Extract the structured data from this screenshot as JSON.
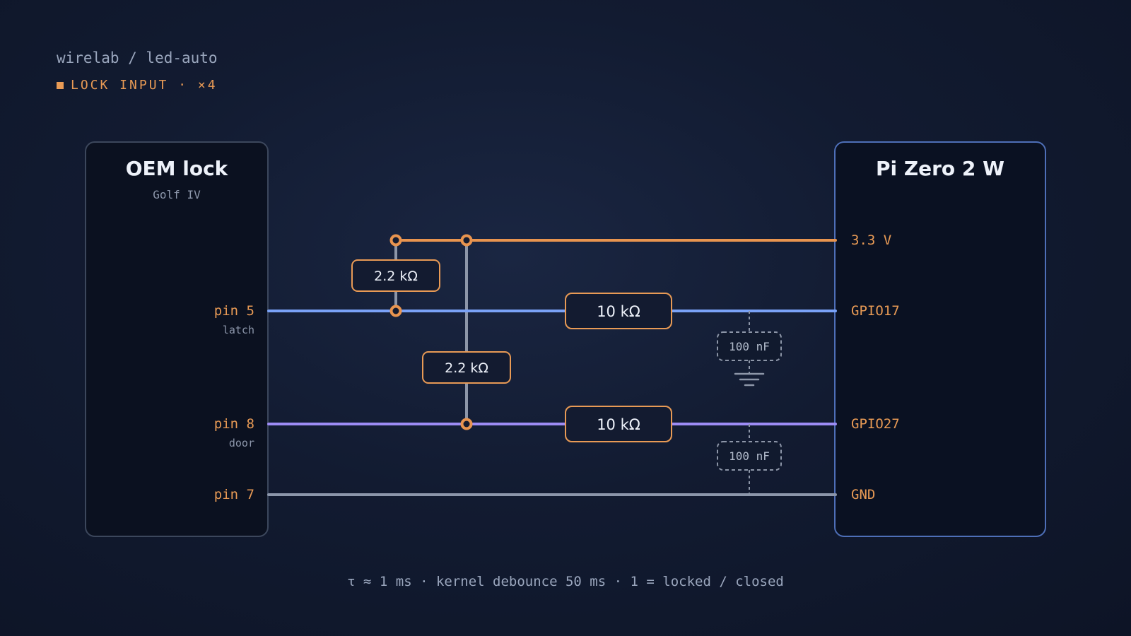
{
  "header": {
    "breadcrumb": "wirelab / led-auto",
    "tag": "LOCK INPUT · ×4"
  },
  "left_panel": {
    "title": "OEM lock",
    "subtitle": "Golf IV",
    "pins": [
      {
        "label": "pin 5",
        "sub": "latch"
      },
      {
        "label": "pin 8",
        "sub": "door"
      },
      {
        "label": "pin 7",
        "sub": ""
      }
    ]
  },
  "right_panel": {
    "title": "Pi Zero 2 W",
    "pins": [
      "3.3 V",
      "GPIO17",
      "GPIO27",
      "GND"
    ]
  },
  "components": {
    "pullup_1": "2.2 kΩ",
    "pullup_2": "2.2 kΩ",
    "series_1": "10 kΩ",
    "series_2": "10 kΩ",
    "cap_1": "100 nF",
    "cap_2": "100 nF"
  },
  "colors": {
    "supply": "#e8944f",
    "gpio17": "#7aa2f7",
    "gpio27": "#9d8cf5",
    "ground": "#8c96aa",
    "pullup_wire": "#8d96a8",
    "accent": "#e89a55"
  },
  "footer": "τ ≈ 1 ms · kernel debounce 50 ms · 1 = locked / closed"
}
